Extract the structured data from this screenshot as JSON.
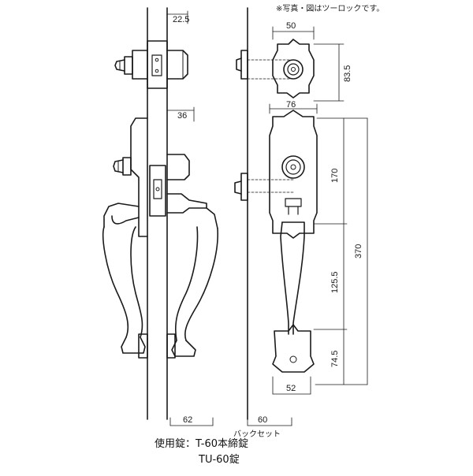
{
  "note": "※写真・図はツーロックです。",
  "dimensions": {
    "side_top_width": "22.5",
    "side_mid_width": "36",
    "side_bottom_width": "62",
    "backset_value": "60",
    "backset_label": "バックセット",
    "cyl_plate_width": "50",
    "cyl_plate_height": "83.5",
    "handle_plate_width": "76",
    "h_upper": "170",
    "h_middle": "125.5",
    "h_lower": "74.5",
    "h_total": "370",
    "bottom_width": "52"
  },
  "caption": {
    "line1": "使用錠：T-60本締錠",
    "line2": "TU-60錠"
  }
}
